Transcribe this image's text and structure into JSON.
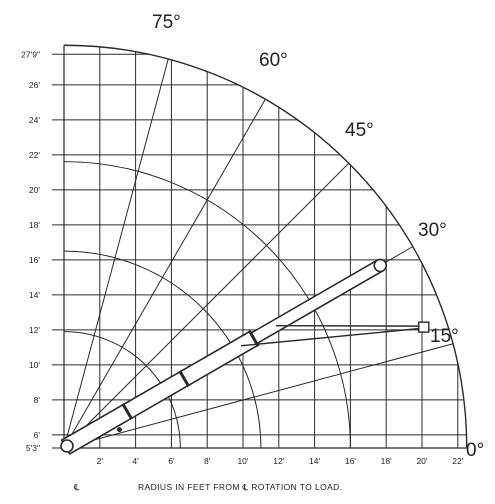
{
  "chart_data": {
    "type": "diagram",
    "name": "crane working range diagram",
    "y_ticks": [
      {
        "label": "27'9\"",
        "value": 27.75
      },
      {
        "label": "26'",
        "value": 26
      },
      {
        "label": "24'",
        "value": 24
      },
      {
        "label": "22'",
        "value": 22
      },
      {
        "label": "20'",
        "value": 20
      },
      {
        "label": "18'",
        "value": 18
      },
      {
        "label": "16'",
        "value": 16
      },
      {
        "label": "14'",
        "value": 14
      },
      {
        "label": "12'",
        "value": 12
      },
      {
        "label": "10'",
        "value": 10
      },
      {
        "label": "8'",
        "value": 8
      },
      {
        "label": "6'",
        "value": 6
      },
      {
        "label": "5'3\"",
        "value": 5.25
      }
    ],
    "x_ticks": [
      {
        "label": "2'",
        "value": 2
      },
      {
        "label": "4'",
        "value": 4
      },
      {
        "label": "6'",
        "value": 6
      },
      {
        "label": "8'",
        "value": 8
      },
      {
        "label": "10'",
        "value": 10
      },
      {
        "label": "12'",
        "value": 12
      },
      {
        "label": "14'",
        "value": 14
      },
      {
        "label": "16'",
        "value": 16
      },
      {
        "label": "18'",
        "value": 18
      },
      {
        "label": "20'",
        "value": 20
      },
      {
        "label": "22'",
        "value": 22
      }
    ],
    "angles": [
      {
        "label": "75°",
        "deg": 75
      },
      {
        "label": "60°",
        "deg": 60
      },
      {
        "label": "45°",
        "deg": 45
      },
      {
        "label": "30°",
        "deg": 30
      },
      {
        "label": "15°",
        "deg": 15
      },
      {
        "label": "0°",
        "deg": 0
      }
    ],
    "reach_arcs_ft": [
      6.5,
      11,
      16,
      22.5
    ],
    "max_boom_reach_ft": 22.5,
    "pivot_height_ft": 5.25,
    "boom_angle_deg": 30,
    "centerline_mark": "℄",
    "xlabel": "RADIUS IN FEET FROM ℄ ROTATION TO LOAD."
  }
}
